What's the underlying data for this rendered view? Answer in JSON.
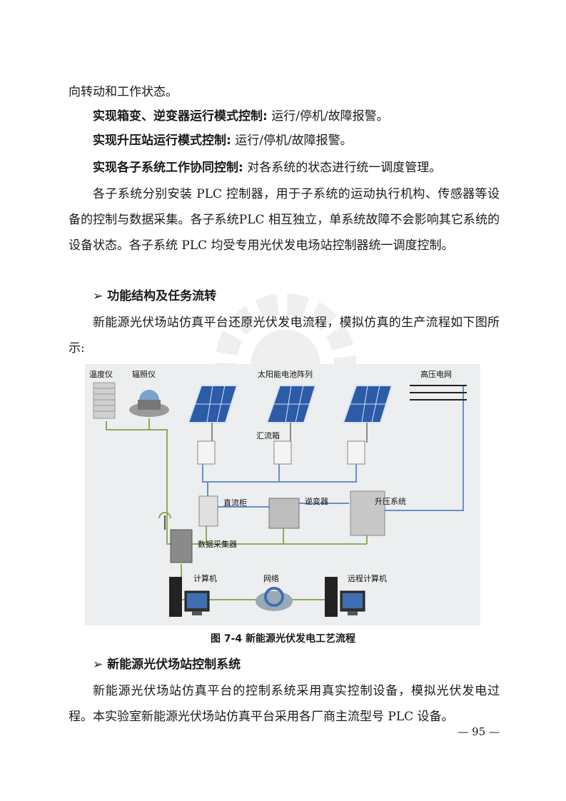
{
  "paragraphs": {
    "p0": "向转动和工作状态。",
    "p1_bold": "实现箱变、逆变器运行模式控制:",
    "p1_rest": " 运行/停机/故障报警。",
    "p2_bold": "实现升压站运行模式控制:",
    "p2_rest": " 运行/停机/故障报警。",
    "p3_bold": "实现各子系统工作协同控制:",
    "p3_rest": " 对各系统的状态进行统一调度管理。",
    "p4": "各子系统分别安装 PLC 控制器，用于子系统的运动执行机构、传感器等设备的控制与数据采集。各子系统PLC 相互独立，单系统故障不会影响其它系统的设备状态。各子系统 PLC 均受专用光伏发电场站控制器统一调度控制。",
    "p5": "新能源光伏场站仿真平台还原光伏发电流程，模拟仿真的生产流程如下图所示:",
    "p6": "新能源光伏场站仿真平台的控制系统采用真实控制设备，模拟光伏发电过程。本实验室新能源光伏场站仿真平台采用各厂商主流型号 PLC 设备。"
  },
  "headings": {
    "h1": "功能结构及任务流转",
    "h2": "新能源光伏场站控制系统",
    "marker": "➢"
  },
  "figure": {
    "labels": {
      "thermometer": "温度仪",
      "radiometer": "辐照仪",
      "solar_array": "太阳能电池阵列",
      "grid": "高压电网",
      "combiner": "汇流箱",
      "dc_cabinet": "直流柜",
      "inverter": "逆变器",
      "booster": "升压系统",
      "data_collector": "数据采集器",
      "computer": "计算机",
      "network": "网络",
      "remote_computer": "远程计算机"
    },
    "caption": "图 7-4   新能源光伏发电工艺流程",
    "colors": {
      "dc_line": "#6a8fc8",
      "signal_line": "#8cac5a",
      "panel": "#2c5ba8"
    }
  },
  "page_number": "— 95 —"
}
